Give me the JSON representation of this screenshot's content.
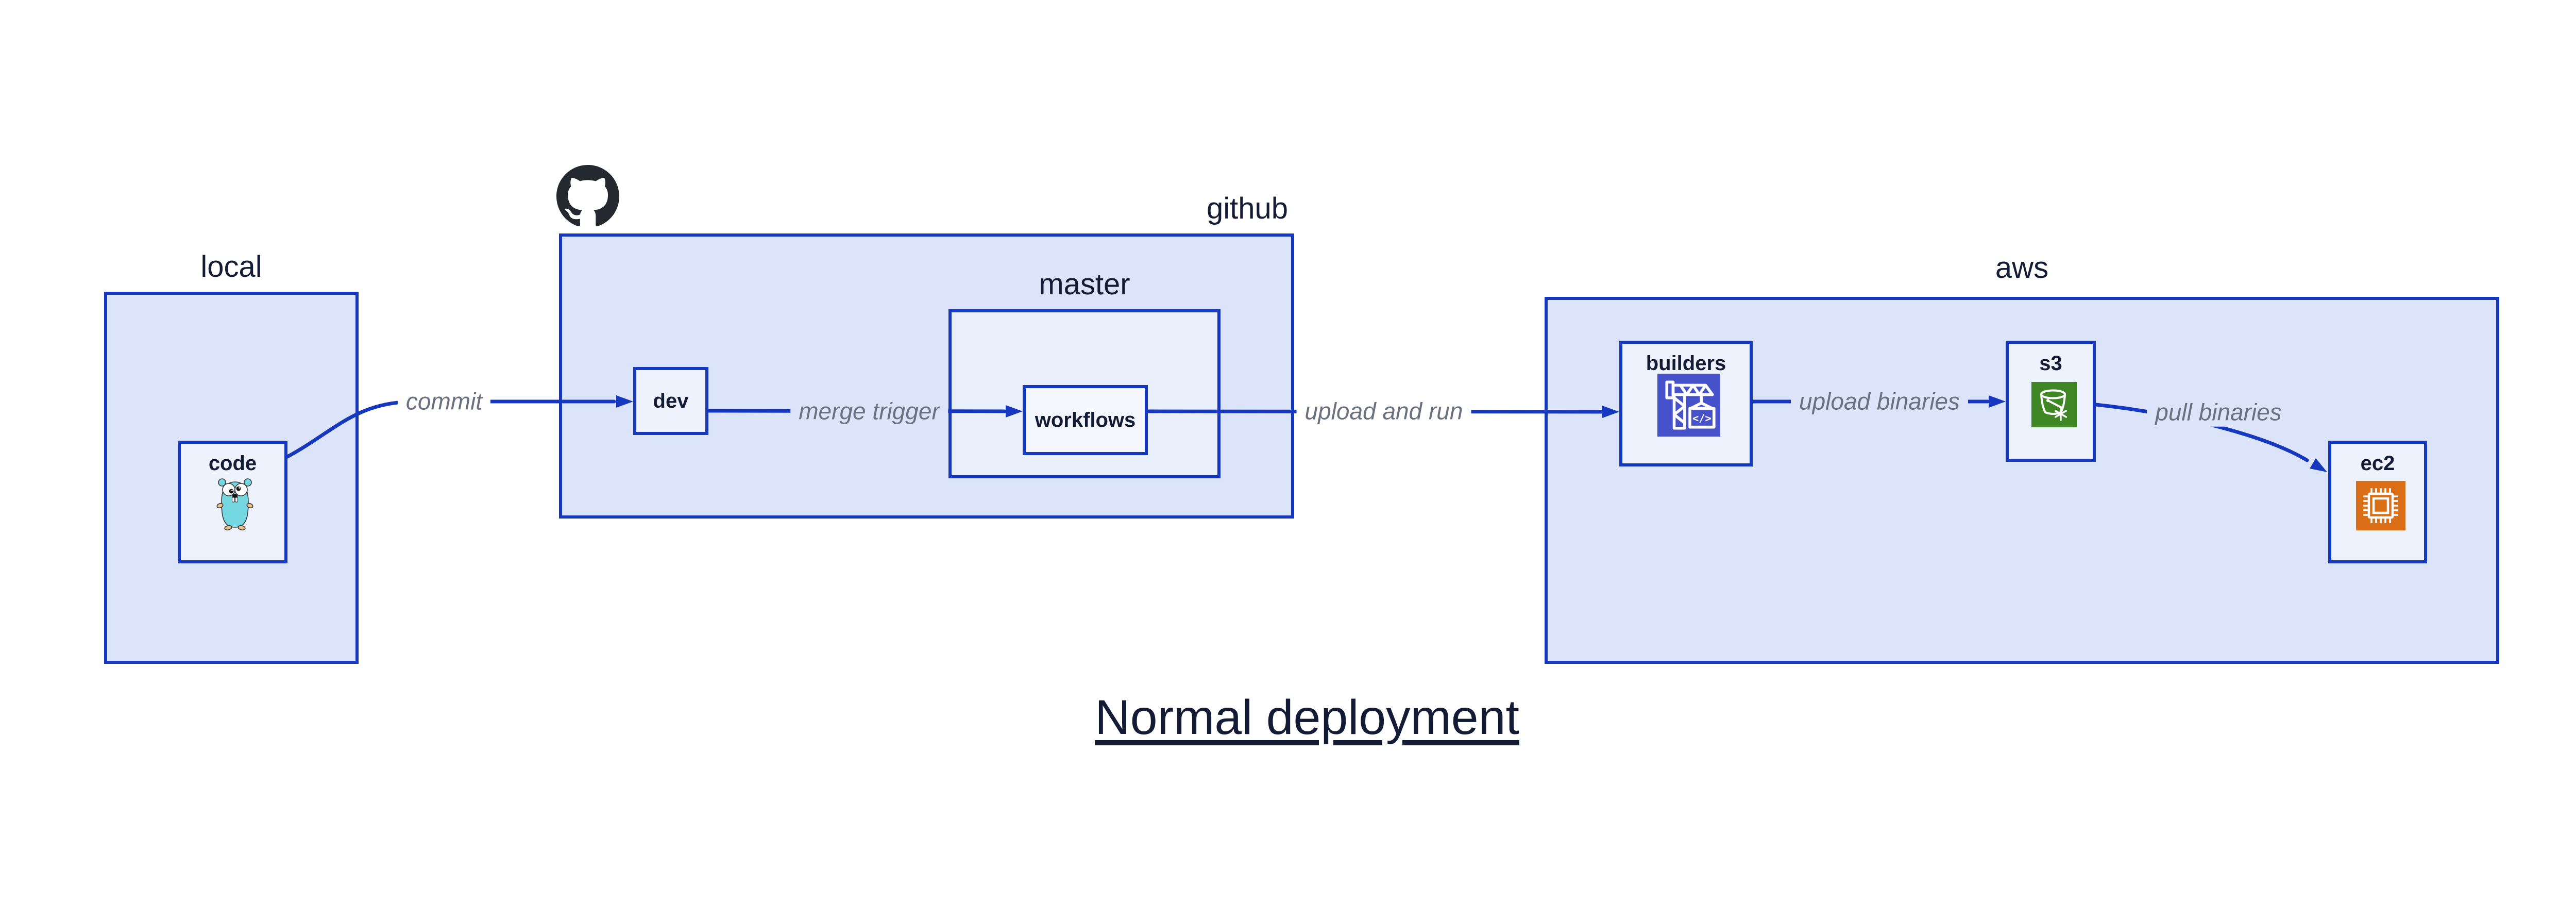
{
  "title": {
    "text": "Normal deployment"
  },
  "clusters": {
    "local": {
      "label": "local"
    },
    "github": {
      "label": "github"
    },
    "master": {
      "label": "master"
    },
    "aws": {
      "label": "aws"
    }
  },
  "nodes": {
    "code": {
      "label": "code"
    },
    "dev": {
      "label": "dev"
    },
    "workflows": {
      "label": "workflows"
    },
    "builders": {
      "label": "builders"
    },
    "s3": {
      "label": "s3"
    },
    "ec2": {
      "label": "ec2"
    }
  },
  "edges": {
    "commit": {
      "label": "commit"
    },
    "merge_trigger": {
      "label": "merge trigger"
    },
    "upload_and_run": {
      "label": "upload and run"
    },
    "upload_binaries": {
      "label": "upload binaries"
    },
    "pull_binaries": {
      "label": "pull binaries"
    }
  },
  "icons": {
    "octocat": "github-octocat-icon",
    "gopher": "go-gopher-icon",
    "codebuild": "aws-codebuild-crane-icon",
    "s3_bucket": "aws-s3-bucket-snowflake-icon",
    "ec2_chip": "aws-ec2-chip-icon",
    "codebuild_glyph": "</>"
  },
  "colors": {
    "blue": "#1638bf",
    "navy": "#131b35",
    "gray": "#6a7080",
    "cluster_fill": "#dce4f9",
    "inner_cluster_fill": "#e9eefb",
    "node_fill": "#eef2fc",
    "node_fill_light": "#f3f6fd",
    "white": "#ffffff",
    "octocat_black": "#24292f",
    "codebuild_indigo": "#4751c9",
    "s3_green": "#3f8624",
    "ec2_orange": "#db6f17",
    "gopher_teal": "#74d7e2",
    "gopher_tan": "#e9c088"
  }
}
